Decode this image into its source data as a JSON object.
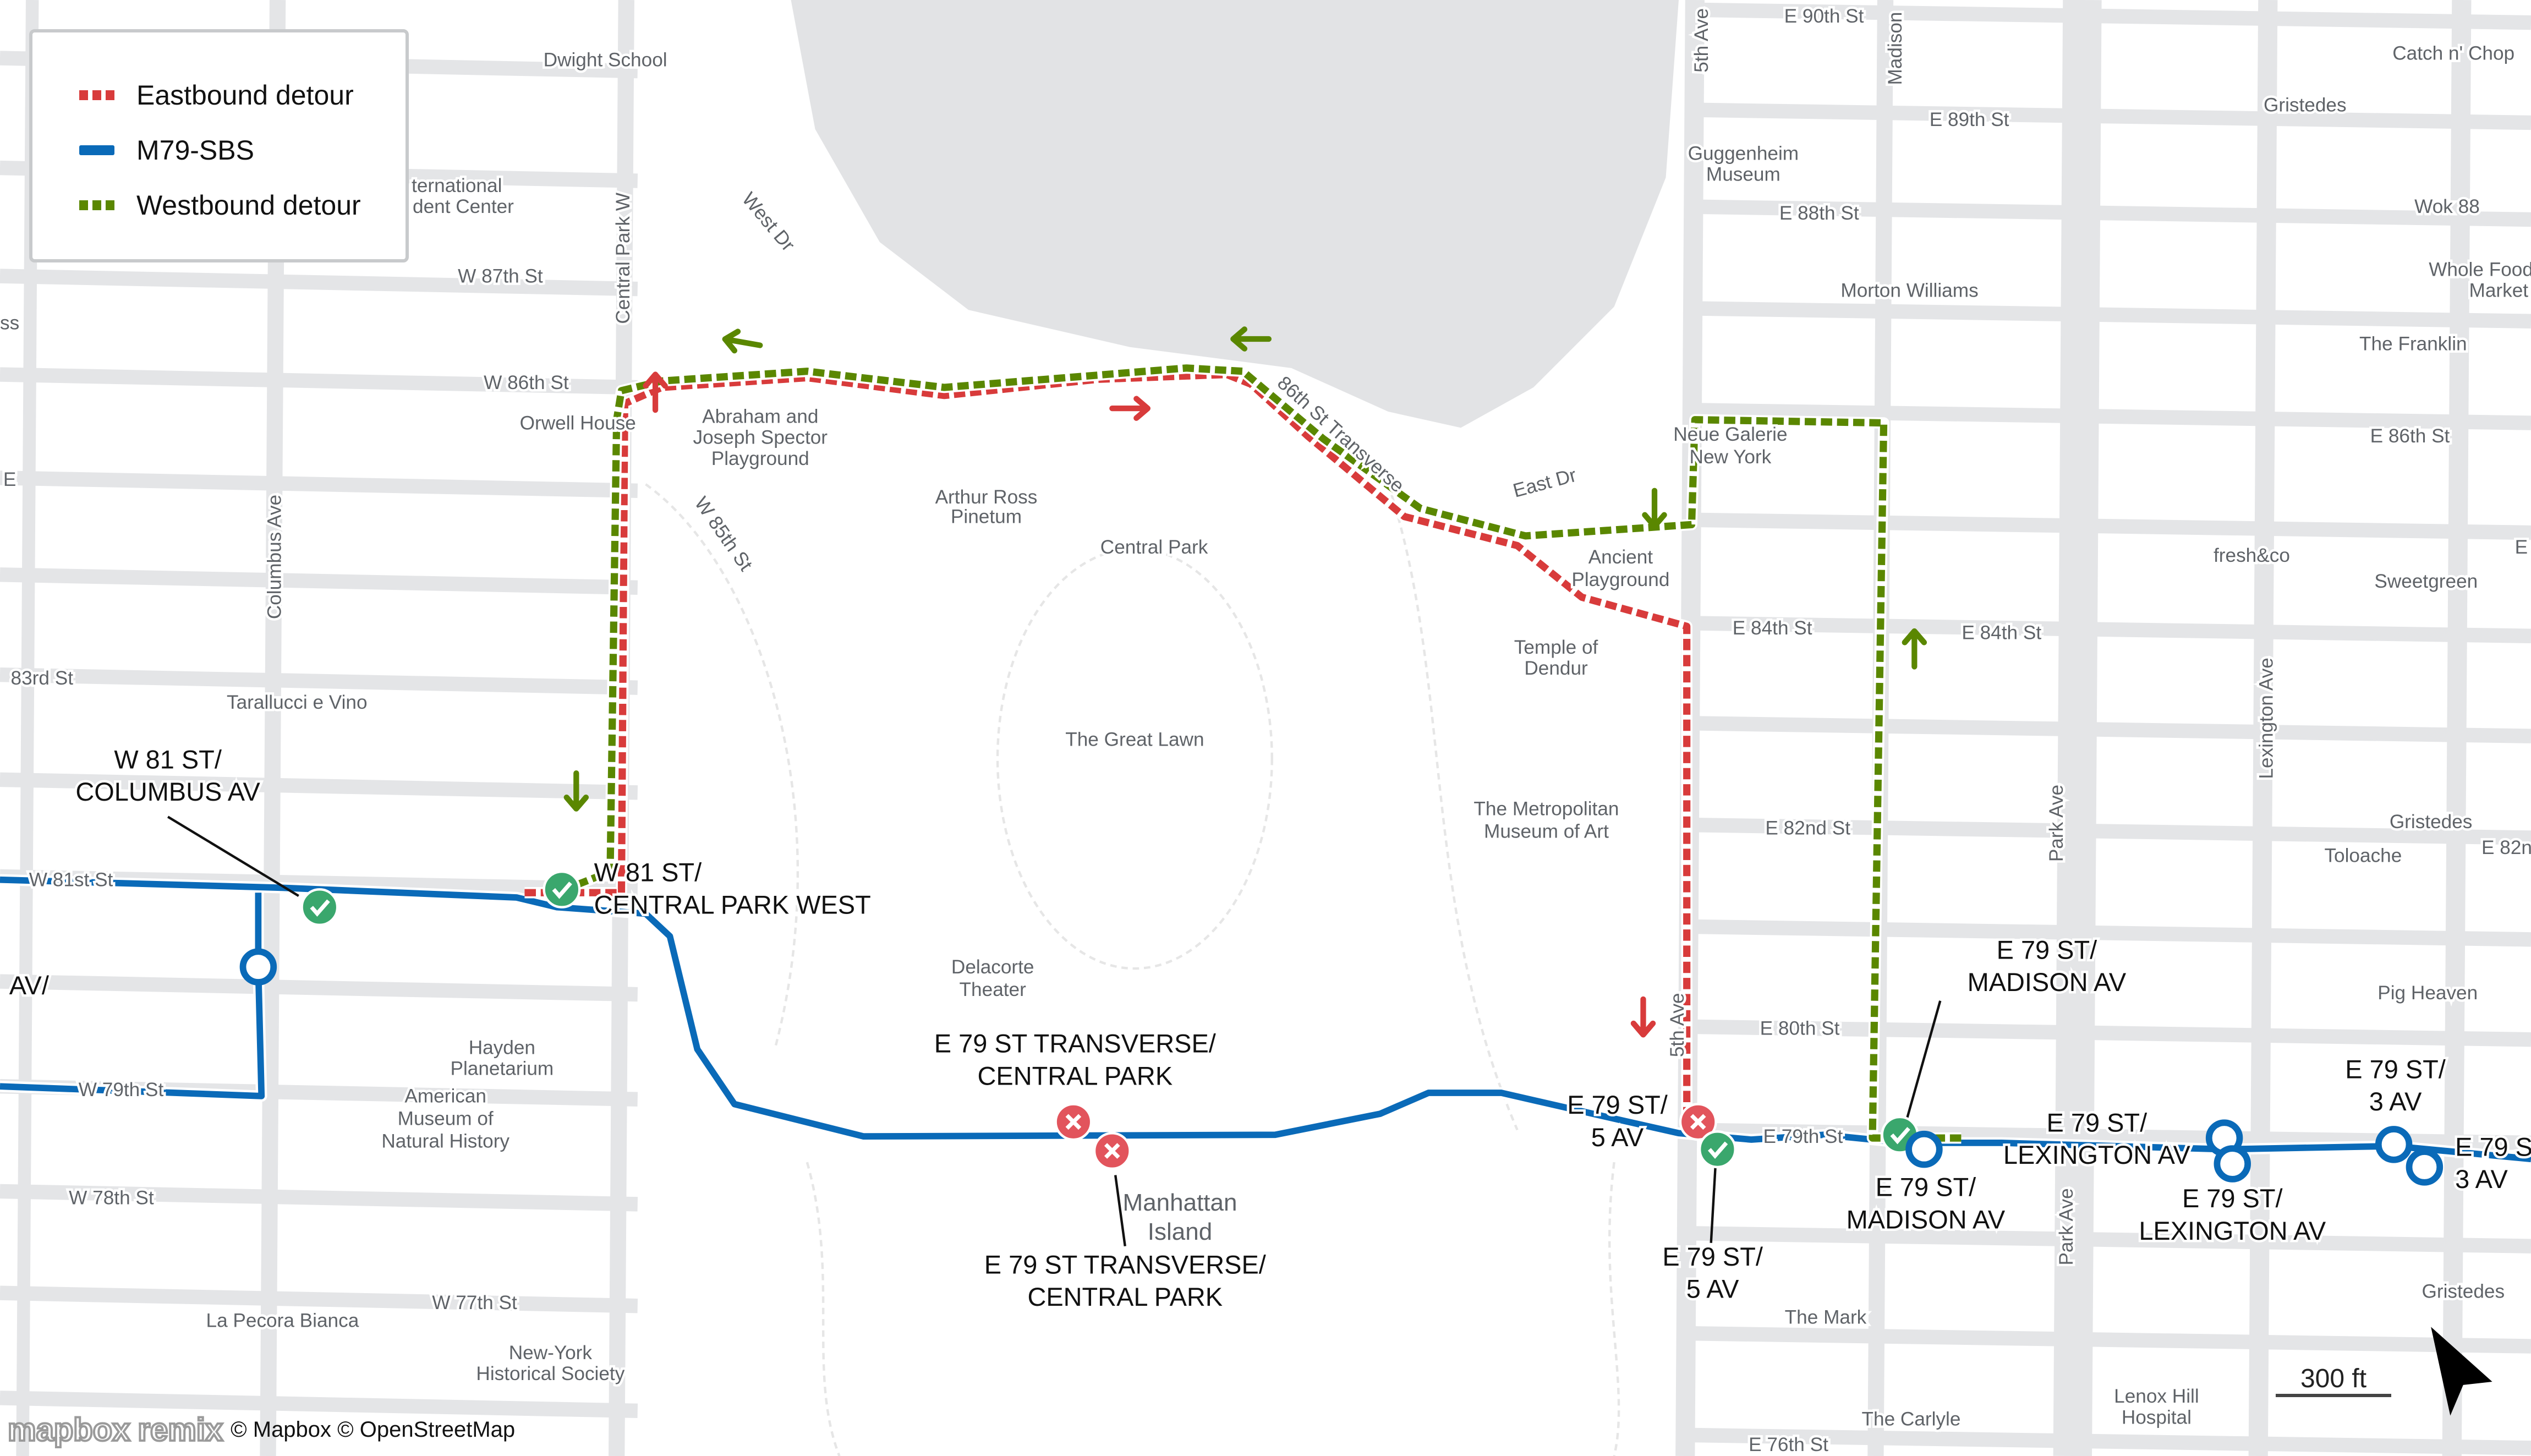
{
  "legend": {
    "items": [
      {
        "label": "Eastbound detour",
        "color": "#d83b3b",
        "style": "dashed"
      },
      {
        "label": "M79-SBS",
        "color": "#0a6ab8",
        "style": "solid"
      },
      {
        "label": "Westbound detour",
        "color": "#5a8700",
        "style": "dashed"
      }
    ]
  },
  "labels": [
    "Dwight School",
    "ternational",
    "dent Center",
    "W 87th St",
    "ss",
    "W 86th St",
    "Orwell House",
    "E",
    "83rd St",
    "Tarallucci e Vino",
    "W 81st St",
    "W 79th St",
    "W 78th St",
    "Hayden",
    "Planetarium",
    "American",
    "Museum of",
    "Natural History",
    "La Pecora Bianca",
    "W 77th St",
    "New-York",
    "Historical Society",
    "Abraham and",
    "Joseph Spector",
    "Playground",
    "Arthur Ross",
    "Pinetum",
    "Central Park",
    "The Great Lawn",
    "Delacorte",
    "Theater",
    "Neue Galerie",
    "New York",
    "Ancient",
    "Playground",
    "Temple of",
    "Dendur",
    "E 84th St",
    "E 84th St",
    "The Metropolitan",
    "Museum of Art",
    "E 82nd St",
    "E 80th St",
    "E 90th St",
    "E 89th St",
    "Guggenheim",
    "Museum",
    "E 88th St",
    "Morton Williams",
    "E 79th St",
    "The Mark",
    "The Carlyle",
    "E 76th St",
    "Catch n' Chop",
    "Gristedes",
    "Wok 88",
    "Whole Foods",
    "Market",
    "The Franklin",
    "E 86th St",
    "E",
    "fresh&co",
    "Sweetgreen",
    "Gristedes",
    "Toloache",
    "E 82n",
    "Pig Heaven",
    "Gristedes",
    "Lenox Hill",
    "Hospital"
  ],
  "rotated_labels": [
    "Central Park W",
    "Columbus Ave",
    "West Dr",
    "W 85th St",
    "86th St Transverse",
    "East Dr",
    "5th Ave",
    "5th Ave",
    "Madison",
    "Lexington Ave",
    "Park Ave",
    "Park Ave"
  ],
  "park_label": {
    "line1": "Manhattan",
    "line2": "Island"
  },
  "stops": [
    {
      "line1": "W 81 ST/",
      "line2": "COLUMBUS AV",
      "status": "served"
    },
    {
      "line1": "W 81 ST/",
      "line2": "CENTRAL PARK WEST",
      "status": "served"
    },
    {
      "line1": "E 79 ST TRANSVERSE/",
      "line2": "CENTRAL PARK",
      "status": "closed"
    },
    {
      "line1": "E 79 ST TRANSVERSE/",
      "line2": "CENTRAL PARK",
      "status": "closed"
    },
    {
      "line1": "E 79 ST/",
      "line2": "5 AV",
      "status": "closed"
    },
    {
      "line1": "E 79 ST/",
      "line2": "5 AV",
      "status": "served"
    },
    {
      "line1": "E 79 ST/",
      "line2": "MADISON AV",
      "status": "served"
    },
    {
      "line1": "E 79 ST/",
      "line2": "MADISON AV",
      "status": "regular"
    },
    {
      "line1": "E 79 ST/",
      "line2": "LEXINGTON AV",
      "status": "regular"
    },
    {
      "line1": "E 79 ST/",
      "line2": "LEXINGTON AV",
      "status": "regular"
    },
    {
      "line1": "E 79 ST/",
      "line2": "3 AV",
      "status": "regular"
    },
    {
      "line1": "E 79 S",
      "line2": "3 AV",
      "status": "regular"
    },
    {
      "line1": "AV/",
      "line2": "",
      "status": "regular"
    }
  ],
  "scale": "300 ft",
  "attribution": {
    "logo1": "mapbox",
    "logo2": "remix",
    "text": "© Mapbox © OpenStreetMap"
  },
  "colors": {
    "served": "#3aa76d",
    "closed": "#e2545c",
    "route": "#0a6ab8",
    "eastbound": "#d83b3b",
    "westbound": "#5a8700"
  }
}
